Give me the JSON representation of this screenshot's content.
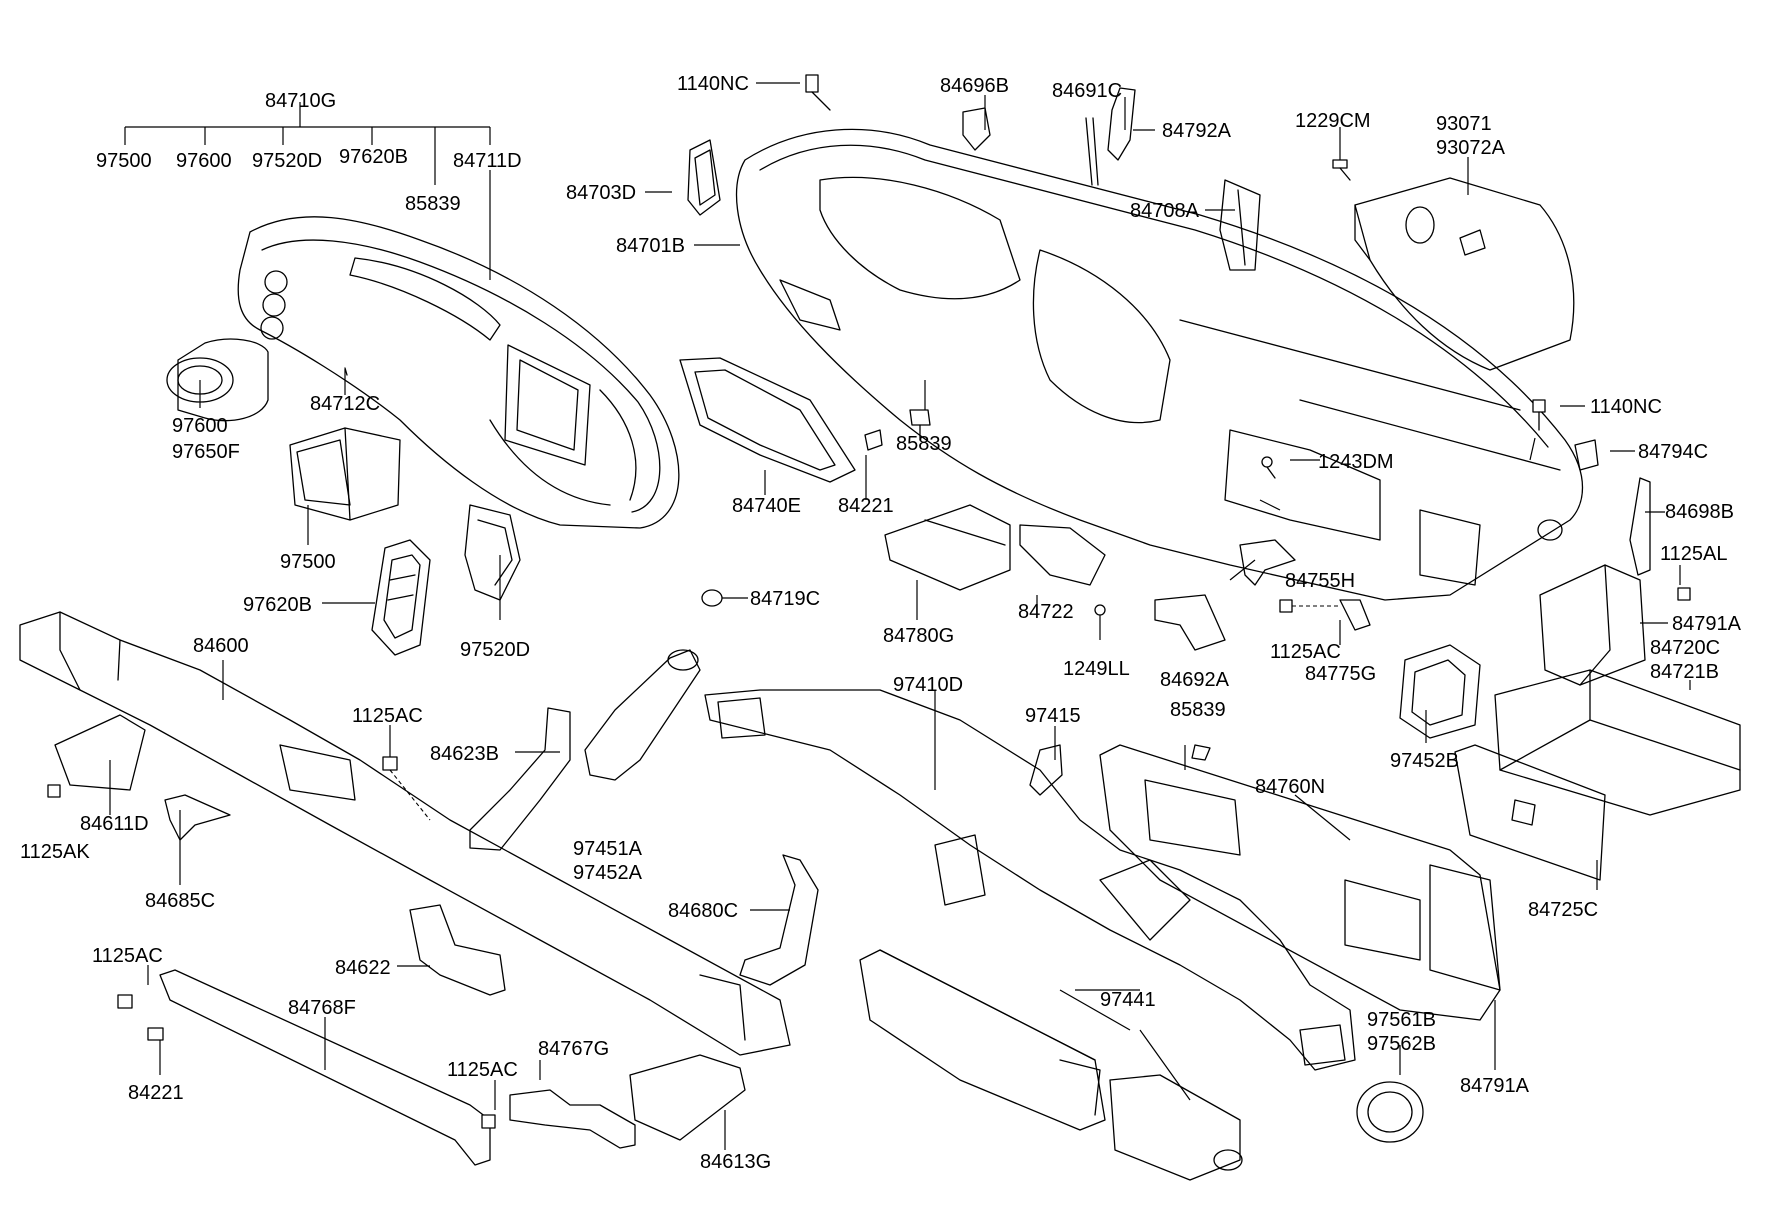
{
  "diagram": {
    "title": "",
    "labels": [
      {
        "id": "l-84710G",
        "text": "84710G"
      },
      {
        "id": "l-97500a",
        "text": "97500"
      },
      {
        "id": "l-97600a",
        "text": "97600"
      },
      {
        "id": "l-97520Da",
        "text": "97520D"
      },
      {
        "id": "l-97620Ba",
        "text": "97620B"
      },
      {
        "id": "l-84711D",
        "text": "84711D"
      },
      {
        "id": "l-85839a",
        "text": "85839"
      },
      {
        "id": "l-84712C",
        "text": "84712C"
      },
      {
        "id": "l-97600b",
        "text": "97600"
      },
      {
        "id": "l-97650F",
        "text": "97650F"
      },
      {
        "id": "l-97500b",
        "text": "97500"
      },
      {
        "id": "l-97620Bb",
        "text": "97620B"
      },
      {
        "id": "l-97520Db",
        "text": "97520D"
      },
      {
        "id": "l-1140NCa",
        "text": "1140NC"
      },
      {
        "id": "l-84703D",
        "text": "84703D"
      },
      {
        "id": "l-84701B",
        "text": "84701B"
      },
      {
        "id": "l-84696B",
        "text": "84696B"
      },
      {
        "id": "l-84691C",
        "text": "84691C"
      },
      {
        "id": "l-84792A",
        "text": "84792A"
      },
      {
        "id": "l-84708A",
        "text": "84708A"
      },
      {
        "id": "l-1229CM",
        "text": "1229CM"
      },
      {
        "id": "l-93071",
        "text": "93071"
      },
      {
        "id": "l-93072A",
        "text": "93072A"
      },
      {
        "id": "l-1140NCb",
        "text": "1140NC"
      },
      {
        "id": "l-1243DM",
        "text": "1243DM"
      },
      {
        "id": "l-84794C",
        "text": "84794C"
      },
      {
        "id": "l-84698B",
        "text": "84698B"
      },
      {
        "id": "l-1125ALa",
        "text": "1125AL"
      },
      {
        "id": "l-84791Aa",
        "text": "84791A"
      },
      {
        "id": "l-84720C",
        "text": "84720C"
      },
      {
        "id": "l-84721B",
        "text": "84721B"
      },
      {
        "id": "l-84740E",
        "text": "84740E"
      },
      {
        "id": "l-84221a",
        "text": "84221"
      },
      {
        "id": "l-85839b",
        "text": "85839"
      },
      {
        "id": "l-84719C",
        "text": "84719C"
      },
      {
        "id": "l-84780G",
        "text": "84780G"
      },
      {
        "id": "l-84722",
        "text": "84722"
      },
      {
        "id": "l-1249LL",
        "text": "1249LL"
      },
      {
        "id": "l-84692A",
        "text": "84692A"
      },
      {
        "id": "l-84755H",
        "text": "84755H"
      },
      {
        "id": "l-1125ACa",
        "text": "1125AC"
      },
      {
        "id": "l-84775G",
        "text": "84775G"
      },
      {
        "id": "l-84600",
        "text": "84600"
      },
      {
        "id": "l-1125ACb",
        "text": "1125AC"
      },
      {
        "id": "l-84623B",
        "text": "84623B"
      },
      {
        "id": "l-84611D",
        "text": "84611D"
      },
      {
        "id": "l-1125AK",
        "text": "1125AK"
      },
      {
        "id": "l-84685C",
        "text": "84685C"
      },
      {
        "id": "l-97451A",
        "text": "97451A"
      },
      {
        "id": "l-97452A",
        "text": "97452A"
      },
      {
        "id": "l-97410D",
        "text": "97410D"
      },
      {
        "id": "l-97415",
        "text": "97415"
      },
      {
        "id": "l-85839c",
        "text": "85839"
      },
      {
        "id": "l-84760N",
        "text": "84760N"
      },
      {
        "id": "l-97452B",
        "text": "97452B"
      },
      {
        "id": "l-84725C",
        "text": "84725C"
      },
      {
        "id": "l-84680C",
        "text": "84680C"
      },
      {
        "id": "l-84622",
        "text": "84622"
      },
      {
        "id": "l-1125ACc",
        "text": "1125AC"
      },
      {
        "id": "l-84768F",
        "text": "84768F"
      },
      {
        "id": "l-84221b",
        "text": "84221"
      },
      {
        "id": "l-1125ACd",
        "text": "1125AC"
      },
      {
        "id": "l-84767G",
        "text": "84767G"
      },
      {
        "id": "l-84613G",
        "text": "84613G"
      },
      {
        "id": "l-97441",
        "text": "97441"
      },
      {
        "id": "l-97561B",
        "text": "97561B"
      },
      {
        "id": "l-97562B",
        "text": "97562B"
      },
      {
        "id": "l-84791Ab",
        "text": "84791A"
      }
    ]
  }
}
